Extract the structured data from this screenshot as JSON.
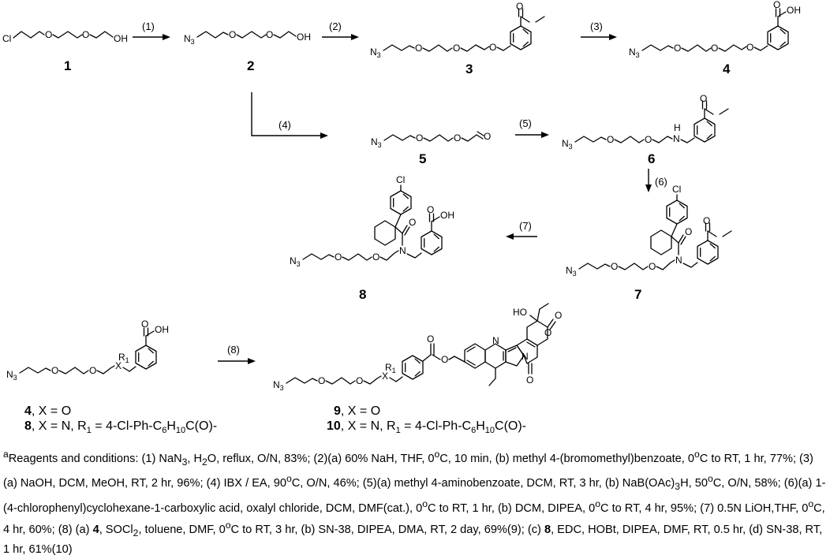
{
  "compounds": {
    "c1": "1",
    "c2": "2",
    "c3": "3",
    "c4": "4",
    "c5": "5",
    "c6": "6",
    "c7": "7",
    "c8": "8"
  },
  "steps": [
    "(1)",
    "(2)",
    "(3)",
    "(4)",
    "(5)",
    "(6)",
    "(7)",
    "(8)"
  ],
  "atoms": {
    "cl": "Cl",
    "oh": "OH",
    "o": "O",
    "n3": "N",
    "n3_sub": "3",
    "nh": "N",
    "h": "H",
    "n": "N",
    "x": "X",
    "r": "R",
    "r_sub": "1",
    "ho": "HO",
    "oh2": "OH"
  },
  "products_note": {
    "p4_num": "4",
    "p4_text": ", X = O",
    "p8_num": "8",
    "p8_text_a": ", X = N, R",
    "p8_sub1": "1",
    "p8_text_b": " = 4-Cl-Ph-C",
    "p8_sub2": "6",
    "p8_text_c": "H",
    "p8_sub3": "10",
    "p8_text_d": "C(O)-",
    "p9_num": "9",
    "p9_text": ", X = O",
    "p10_num": "10",
    "p10_text_a": ", X = N, R",
    "p10_sub1": "1",
    "p10_text_b": " = 4-Cl-Ph-C",
    "p10_sub2": "6",
    "p10_text_c": "H",
    "p10_sub3": "10",
    "p10_text_d": "C(O)-"
  },
  "conditions": {
    "sup_a": "a",
    "t01": "Reagents and conditions: (1) NaN",
    "s01": "3",
    "t02": ", H",
    "s02": "2",
    "t03": "O, reflux, O/N, 83%; (2)(a) 60% NaH, THF, 0",
    "p01": "o",
    "t04": "C, 10 min, (b) methyl 4-(bromomethyl)benzoate, 0",
    "p02": "o",
    "t05": "C to RT, 1 hr, 77%; (3)(a) NaOH, DCM, MeOH, RT, 2 hr, 96%; (4) IBX / EA, 90",
    "p03": "o",
    "t06": "C, O/N, 46%; (5)(a) methyl 4-aminobenzoate, DCM, RT, 3 hr, (b) NaB(OAc)",
    "s03": "3",
    "t07": "H, 50",
    "p04": "o",
    "t08": "C, O/N, 58%; (6)(a) 1-(4-chlorophenyl)cyclohexane-1-carboxylic acid, oxalyl chloride, DCM, DMF(cat.), 0",
    "p05": "o",
    "t09": "C to RT, 1 hr, (b) DCM, DIPEA, 0",
    "p06": "o",
    "t10": "C to RT, 4 hr, 95%; (7) 0.5N LiOH,THF, 0",
    "p07": "o",
    "t11": "C, 4 hr, 60%; (8) (a) ",
    "b01": "4",
    "t12": ", SOCl",
    "s04": "2",
    "t13": ", toluene, DMF, 0",
    "p08": "o",
    "t14": "C to RT, 3 hr, (b) SN-38, DIPEA, DMA, RT, 2 day, 69%(9); (c) ",
    "b02": "8",
    "t15": ", EDC, HOBt, DIPEA, DMF, RT, 0.5 hr, (d) SN-38, RT, 1 hr, 61%(10)"
  }
}
